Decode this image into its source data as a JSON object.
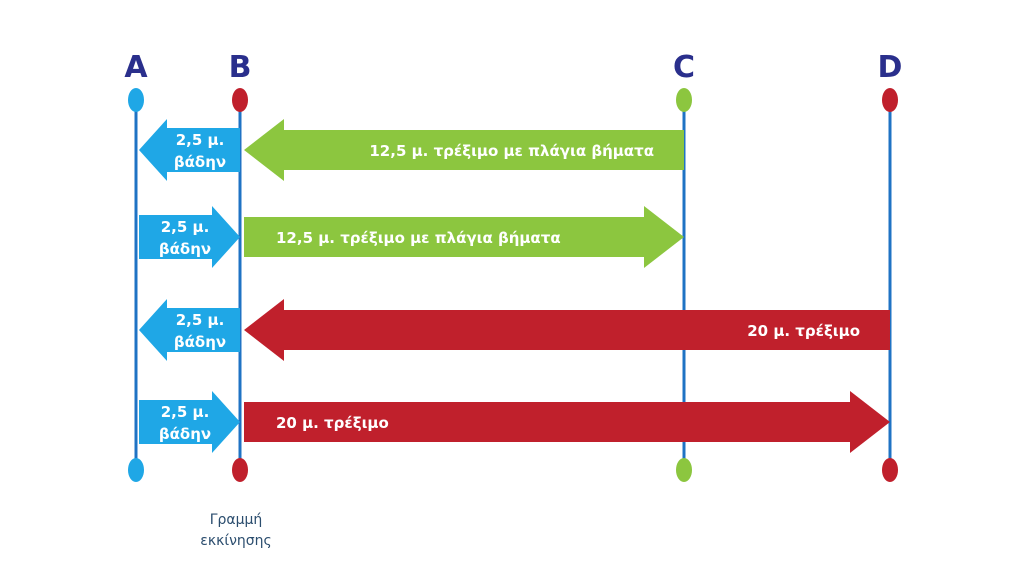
{
  "lines": [
    {
      "label": "A",
      "color": "#1fa7e6"
    },
    {
      "label": "B",
      "color": "#c0202c"
    },
    {
      "label": "C",
      "color": "#8cc63f"
    },
    {
      "label": "D",
      "color": "#c0202c"
    }
  ],
  "line_stroke_color": "#1f73c4",
  "label_color": "#2a2f8c",
  "rows": [
    {
      "walk": {
        "text": [
          "2,5 μ.",
          "βάδην"
        ],
        "direction": "left"
      },
      "run": {
        "text": "12,5 μ. τρέξιμο με πλάγια βήματα",
        "direction": "left",
        "from": "B",
        "to": "C",
        "color": "#8cc63f"
      }
    },
    {
      "walk": {
        "text": [
          "2,5 μ.",
          "βάδην"
        ],
        "direction": "right"
      },
      "run": {
        "text": "12,5 μ. τρέξιμο με πλάγια βήματα",
        "direction": "right",
        "from": "B",
        "to": "C",
        "color": "#8cc63f"
      }
    },
    {
      "walk": {
        "text": [
          "2,5 μ.",
          "βάδην"
        ],
        "direction": "left"
      },
      "run": {
        "text": "20 μ. τρέξιμο",
        "direction": "left",
        "from": "B",
        "to": "D",
        "color": "#c0202c"
      }
    },
    {
      "walk": {
        "text": [
          "2,5 μ.",
          "βάδην"
        ],
        "direction": "right"
      },
      "run": {
        "text": "20 μ. τρέξιμο",
        "direction": "right",
        "from": "B",
        "to": "D",
        "color": "#c0202c"
      }
    }
  ],
  "walk_color": "#1fa7e6",
  "caption": {
    "line1": "Γραμμή",
    "line2": "εκκίνησης"
  }
}
